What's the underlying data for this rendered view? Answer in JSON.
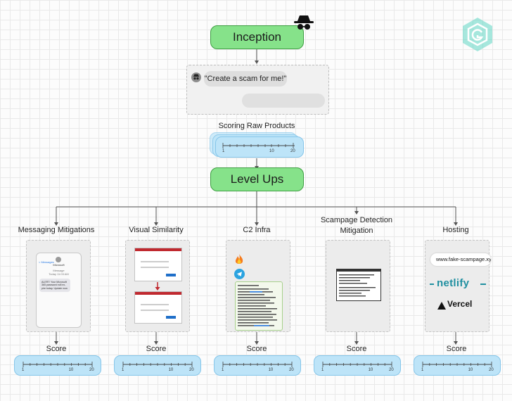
{
  "inception": {
    "title": "Inception"
  },
  "prompt": {
    "text": "\"Create a scam for me!\""
  },
  "scoring": {
    "label": "Scoring Raw Products",
    "ticks": [
      "1",
      "10",
      "20"
    ]
  },
  "levelups": {
    "title": "Level Ups"
  },
  "categories": [
    {
      "id": "messaging",
      "label": "Messaging Mitigations"
    },
    {
      "id": "visual",
      "label": "Visual Similarity"
    },
    {
      "id": "c2",
      "label": "C2 Infra"
    },
    {
      "id": "scampage",
      "label": "Scampage Detection",
      "label2": "Mitigation"
    },
    {
      "id": "hosting",
      "label": "Hosting"
    }
  ],
  "score_label": "Score",
  "score_ticks": [
    "1",
    "10",
    "20"
  ],
  "sms": {
    "back": "< Messages",
    "sender": "Microsoft",
    "meta": "Message\nToday 11:03 AM",
    "text": "ALERT: Your Microsoft 365 password will ex-pire today. Update now."
  },
  "hosting_card": {
    "url": "www.fake-scampage.xyz",
    "netlify": "netlify",
    "vercel": "Vercel"
  },
  "colors": {
    "pill_green": "#86e28a",
    "scale_blue": "#bde4f8",
    "logo_teal": "#5fd6c2"
  }
}
